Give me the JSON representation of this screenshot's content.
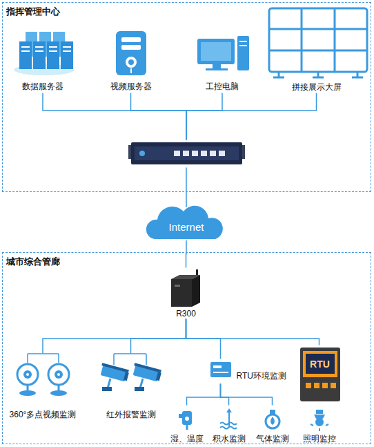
{
  "diagram": {
    "nodes": [
      {
        "text": [
          "指挥管理中心"
        ]
      },
      {
        "text": [
          "数据服务器"
        ],
        "in": 0
      },
      {
        "text": [
          "视频服务器"
        ],
        "in": 0
      },
      {
        "text": [
          "工控电脑"
        ],
        "in": 0
      },
      {
        "text": [
          "拼接展示大屏"
        ],
        "in": 0
      },
      {
        "text": [],
        "in": 0
      },
      {
        "text": [
          "Internet"
        ]
      },
      {
        "text": [
          "城市综合管廊"
        ]
      },
      {
        "text": [
          "R300"
        ],
        "in": 7
      },
      {
        "text": [
          "360°多点视频监测"
        ],
        "in": 7
      },
      {
        "text": [
          "红外报警监测"
        ],
        "in": 7
      },
      {
        "text": [
          "RTU环境监测"
        ],
        "in": 7
      },
      {
        "text": [
          "湿、温度"
        ],
        "in": 7
      },
      {
        "text": [
          "积水监测"
        ],
        "in": 7
      },
      {
        "text": [
          "气体监测"
        ],
        "in": 7
      },
      {
        "text": [
          "RTU",
          "照明监控"
        ],
        "in": 7
      }
    ],
    "edges": [
      {
        "from": 1,
        "to": 5,
        "arrow": "none"
      },
      {
        "from": 2,
        "to": 5,
        "arrow": "none"
      },
      {
        "from": 3,
        "to": 5,
        "arrow": "none"
      },
      {
        "from": 4,
        "to": 5,
        "arrow": "none"
      },
      {
        "from": 5,
        "to": 6,
        "arrow": "none"
      },
      {
        "from": 6,
        "to": 8,
        "arrow": "none"
      },
      {
        "from": 8,
        "to": 9,
        "arrow": "none"
      },
      {
        "from": 8,
        "to": 10,
        "arrow": "none"
      },
      {
        "from": 8,
        "to": 11,
        "arrow": "none"
      },
      {
        "from": 8,
        "to": 15,
        "arrow": "none"
      },
      {
        "from": 11,
        "to": 12,
        "arrow": "none"
      },
      {
        "from": 11,
        "to": 13,
        "arrow": "none"
      },
      {
        "from": 11,
        "to": 14,
        "arrow": "none"
      }
    ]
  }
}
